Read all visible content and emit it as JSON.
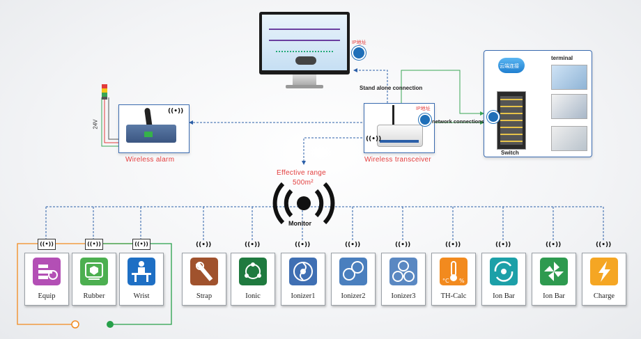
{
  "labels": {
    "stand_alone": "Stand alone connection",
    "network": "network connections",
    "terminal": "terminal",
    "switch": "Switch",
    "wireless_alarm": "Wireless alarm",
    "wireless_transceiver": "Wireless transceiver",
    "effective_range": "Effective range",
    "range_value": "500m²",
    "monitor": "Monitor",
    "voltage": "24V",
    "ip_tag_monitor": "IP地址",
    "ip_tag_transceiver": "IP地址",
    "cloud": "云端连接"
  },
  "wireless_symbol": "((•))",
  "devices": [
    {
      "label": "Equip",
      "color": "#b34fb5"
    },
    {
      "label": "Rubber",
      "color": "#4caf50"
    },
    {
      "label": "Wrist",
      "color": "#1e6fc4"
    },
    {
      "label": "Strap",
      "color": "#a0522d"
    },
    {
      "label": "Ionic",
      "color": "#1f7a3f"
    },
    {
      "label": "Ionizer1",
      "color": "#3f6fb3"
    },
    {
      "label": "Ionizer2",
      "color": "#4a7fbe"
    },
    {
      "label": "Ionizer3",
      "color": "#5a88c2"
    },
    {
      "label": "TH-Calc",
      "color": "#f28a1e"
    },
    {
      "label": "Ion Bar",
      "color": "#1ca0a8"
    },
    {
      "label": "Ion Bar",
      "color": "#2e9a4f"
    },
    {
      "label": "Charge",
      "color": "#f5a623"
    }
  ],
  "colors": {
    "blue_link": "#2b5fa8",
    "green_link": "#3aa655",
    "orange_wire": "#f28a1e",
    "green_wire": "#27a04a"
  }
}
